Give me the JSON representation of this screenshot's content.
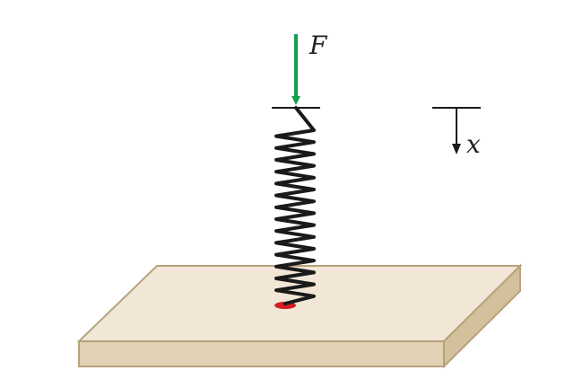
{
  "labels": {
    "force": "F",
    "displacement": "x"
  },
  "colors": {
    "force_arrow": "#12a04f",
    "spring": "#1a1a1a",
    "plate_top": "#f2e6d6",
    "plate_front": "#e2d2b4",
    "plate_side": "#d4c09c",
    "plate_edge": "#b7a27c",
    "anchor": "#d11f1f",
    "lines": "#1a1a1a"
  },
  "icons": {
    "force_arrow": "arrow-down",
    "displacement_arrow": "arrow-down"
  }
}
